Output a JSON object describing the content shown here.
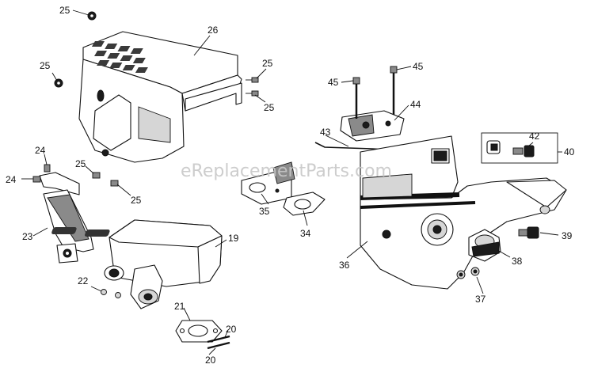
{
  "watermark": "eReplacementParts.com",
  "callouts": {
    "c25a": "25",
    "c26": "26",
    "c25b": "25",
    "c25c": "25",
    "c25d": "25",
    "c45a": "45",
    "c45b": "45",
    "c44": "44",
    "c43": "43",
    "c42": "42",
    "c40": "40",
    "c24a": "24",
    "c24b": "24",
    "c25e": "25",
    "c25f": "25",
    "c23": "23",
    "c35": "35",
    "c34": "34",
    "c36": "36",
    "c19": "19",
    "c22": "22",
    "c21": "21",
    "c20a": "20",
    "c20b": "20",
    "c39": "39",
    "c38": "38",
    "c37": "37"
  }
}
